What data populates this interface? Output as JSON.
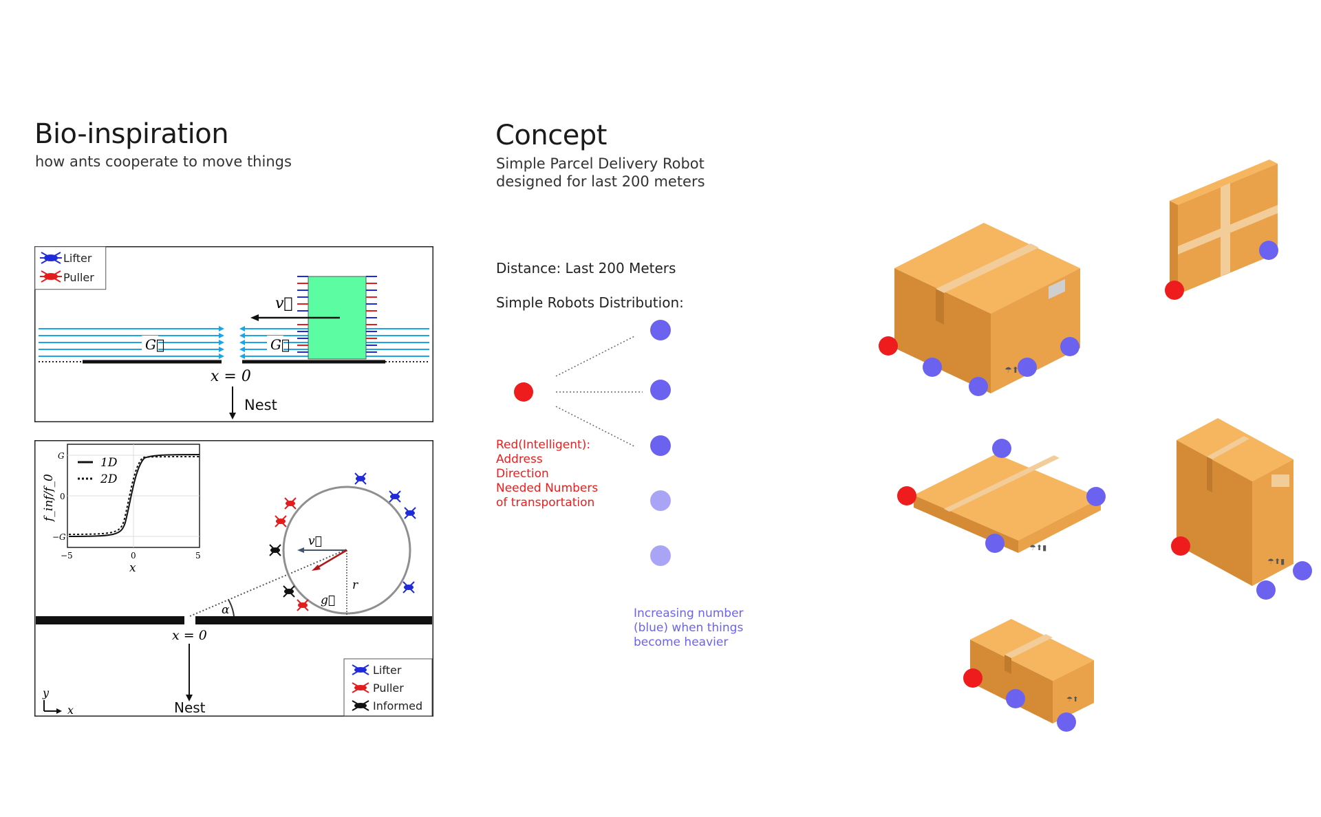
{
  "left": {
    "title": "Bio-inspiration",
    "subtitle": "how ants cooperate to move things",
    "fig1": {
      "legend": [
        "Lifter",
        "Puller"
      ],
      "v_label": "v⃗",
      "G_label": "G⃗",
      "x0": "x = 0",
      "nest": "Nest"
    },
    "fig2": {
      "inset": {
        "ylabel": "f_inf/f_0",
        "xlabel": "x",
        "legend": [
          "1D",
          "2D"
        ],
        "yticks": [
          "G",
          "0",
          "−G"
        ],
        "xticks": [
          "−5",
          "0",
          "5"
        ],
        "xlim": [
          -5,
          5
        ]
      },
      "v_label": "v⃗",
      "g_label": "g⃗",
      "r_label": "r",
      "alpha_label": "α",
      "x0": "x = 0",
      "nest": "Nest",
      "axis_y": "y",
      "axis_x": "x",
      "legend": [
        "Lifter",
        "Puller",
        "Informed"
      ]
    }
  },
  "concept": {
    "title": "Concept",
    "subtitle": [
      "Simple Parcel Delivery Robot",
      "designed for last 200 meters"
    ],
    "distance": "Distance: Last 200 Meters",
    "distribution": "Simple Robots Distribution:",
    "red_note": [
      "Red(Intelligent):",
      "Address",
      "Direction",
      "Needed Numbers",
      "of transportation"
    ],
    "blue_note": [
      "Increasing number",
      "(blue) when things",
      "become heavier"
    ]
  },
  "colors": {
    "red_robot": "#ee1c1c",
    "blue_robot": "#6b63ef",
    "blue_robot_light": "#a9a4f5",
    "box_top": "#f6b660",
    "box_left": "#d58a36",
    "box_right": "#e9a24a",
    "tape": "#f2cd9a",
    "green_load": "#5cfca3",
    "field_lines": "#1aa6e6"
  }
}
